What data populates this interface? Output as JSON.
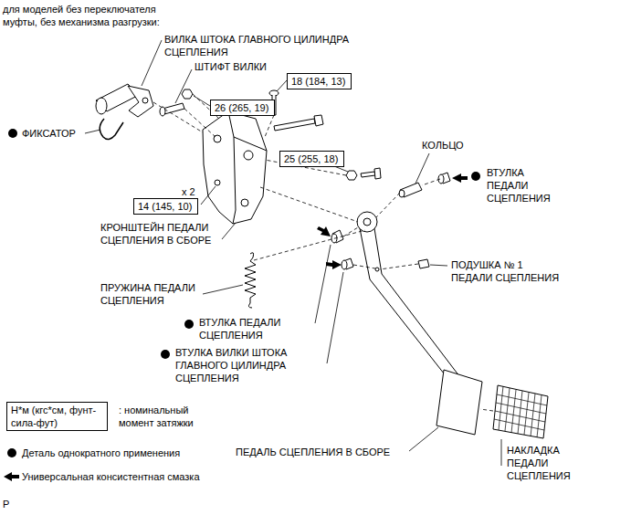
{
  "diagram": {
    "title": "для моделей без переключателя муфты, без механизма разгрузки:",
    "nodes": [
      {
        "text": [
          "18 (184, 13)"
        ]
      },
      {
        "text": [
          "26 (265, 19)"
        ]
      },
      {
        "text": [
          "25 (255, 18)"
        ]
      },
      {
        "text": [
          "14 (145, 10)"
        ]
      },
      {
        "text": [
          "Н*м (кгс*см, фунт-сила-фут)"
        ]
      }
    ],
    "labels": [
      "ВИЛКА ШТОКА ГЛАВНОГО ЦИЛИНДРА СЦЕПЛЕНИЯ",
      "ШТИФТ ВИЛКИ",
      "ФИКСАТОР",
      "КОЛЬЦО",
      "ВТУЛКА ПЕДАЛИ СЦЕПЛЕНИЯ",
      "x 2",
      "КРОНШТЕЙН ПЕДАЛИ СЦЕПЛЕНИЯ В СБОРЕ",
      "ПОДУШКА № 1 ПЕДАЛИ СЦЕПЛЕНИЯ",
      "ПРУЖИНА ПЕДАЛИ СЦЕПЛЕНИЯ",
      "ВТУЛКА ПЕДАЛИ СЦЕПЛЕНИЯ",
      "ВТУЛКА ВИЛКИ ШТОКА ГЛАВНОГО ЦИЛИНДРА СЦЕПЛЕНИЯ",
      "ПЕДАЛЬ СЦЕПЛЕНИЯ В СБОРЕ",
      "НАКЛАДКА ПЕДАЛИ СЦЕПЛЕНИЯ",
      "P"
    ],
    "legend": [
      {
        "text": ": номинальный момент затяжки"
      },
      {
        "text": "Деталь однократного применения"
      },
      {
        "text": "Универсальная консистентная смазка"
      }
    ]
  }
}
